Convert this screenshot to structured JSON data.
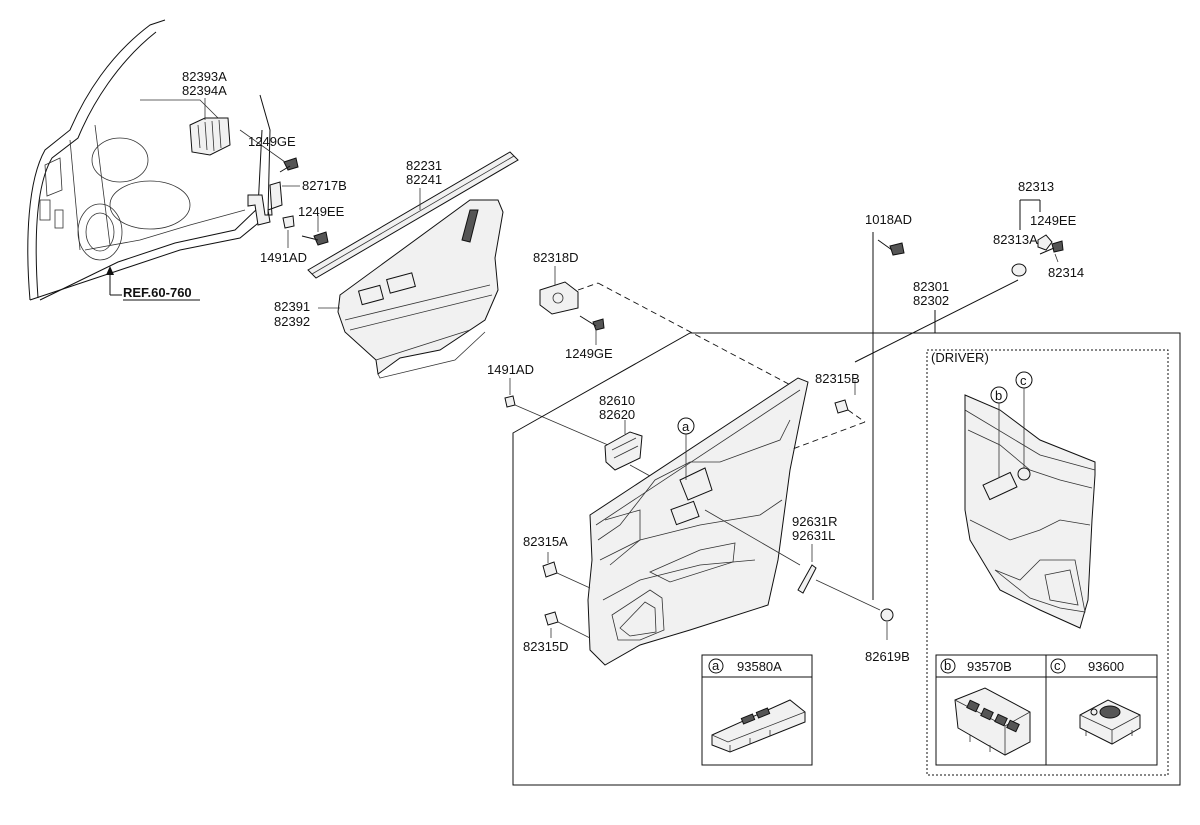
{
  "labels": {
    "p82393a": "82393A",
    "p82394a": "82394A",
    "p1249ge_top": "1249GE",
    "p82717b": "82717B",
    "p1249ee_left": "1249EE",
    "p1491ad_left": "1491AD",
    "ref": "REF.60-760",
    "p82231": "82231",
    "p82241": "82241",
    "p82391": "82391",
    "p82392": "82392",
    "p82318d": "82318D",
    "p1249ge_mid": "1249GE",
    "p1491ad_mid": "1491AD",
    "p82610": "82610",
    "p82620": "82620",
    "p1018ad": "1018AD",
    "p82313": "82313",
    "p1249ee_right": "1249EE",
    "p82313a": "82313A",
    "p82314": "82314",
    "p82301": "82301",
    "p82302": "82302",
    "p82315b": "82315B",
    "p82315a": "82315A",
    "p82315d": "82315D",
    "p92631r": "92631R",
    "p92631l": "92631L",
    "p82619b": "82619B",
    "driver": "(DRIVER)"
  },
  "callouts": {
    "a": {
      "letter": "a",
      "part": "93580A"
    },
    "b": {
      "letter": "b",
      "part": "93570B"
    },
    "c": {
      "letter": "c",
      "part": "93600"
    }
  },
  "icons": [
    "door-frame",
    "speaker-bracket",
    "screw",
    "bracket",
    "door-trim-panel",
    "weatherstrip",
    "door-handle",
    "clip",
    "window-switch",
    "mirror-switch"
  ]
}
